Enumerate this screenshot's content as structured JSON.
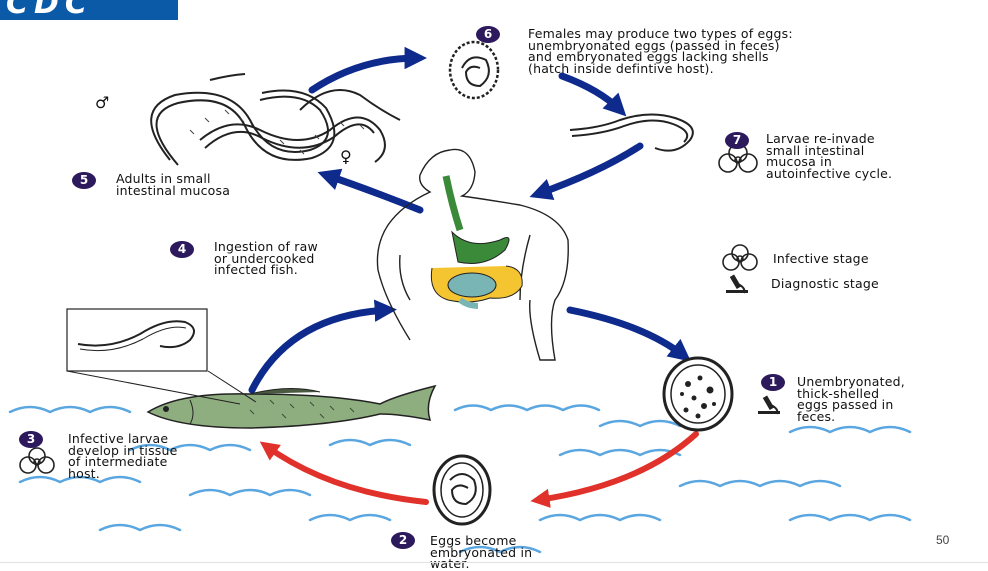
{
  "logo": {
    "text": "CDC"
  },
  "steps": [
    {
      "num": "1",
      "lines": [
        "Unembryonated,",
        "thick-shelled",
        "eggs passed in",
        "feces."
      ]
    },
    {
      "num": "2",
      "lines": [
        "Eggs become",
        "embryonated in",
        "water."
      ]
    },
    {
      "num": "3",
      "lines": [
        "Infective larvae",
        "develop in tissue",
        "of intermediate",
        "host."
      ]
    },
    {
      "num": "4",
      "lines": [
        "Ingestion of raw",
        "or undercooked",
        "infected fish."
      ]
    },
    {
      "num": "5",
      "lines": [
        "Adults in small",
        "intestinal mucosa"
      ]
    },
    {
      "num": "6",
      "lines": [
        "Females may produce two types of eggs:",
        "unembryonated eggs (passed in feces)",
        "and embryonated eggs lacking shells",
        "(hatch inside defintive host)."
      ]
    },
    {
      "num": "7",
      "lines": [
        "Larvae re-invade",
        "small intestinal",
        "mucosa in",
        "autoinfective cycle."
      ]
    }
  ],
  "legend": {
    "infective": "Infective stage",
    "diagnostic": "Diagnostic stage"
  },
  "symbols": {
    "male": "♂",
    "female": "♀"
  },
  "icons": {
    "infective": "biohazard-icon",
    "diagnostic": "microscope-icon"
  },
  "colors": {
    "number_badge": "#2d1a5c",
    "blue_arrow": "#0d2a8c",
    "red_arrow": "#e0312a",
    "water": "#5aa6e0",
    "logo": "#0a5aa8",
    "gut_green": "#3a8a3a",
    "gut_yellow": "#f5c431",
    "gut_teal": "#7ab5b5"
  },
  "page_number": "50"
}
